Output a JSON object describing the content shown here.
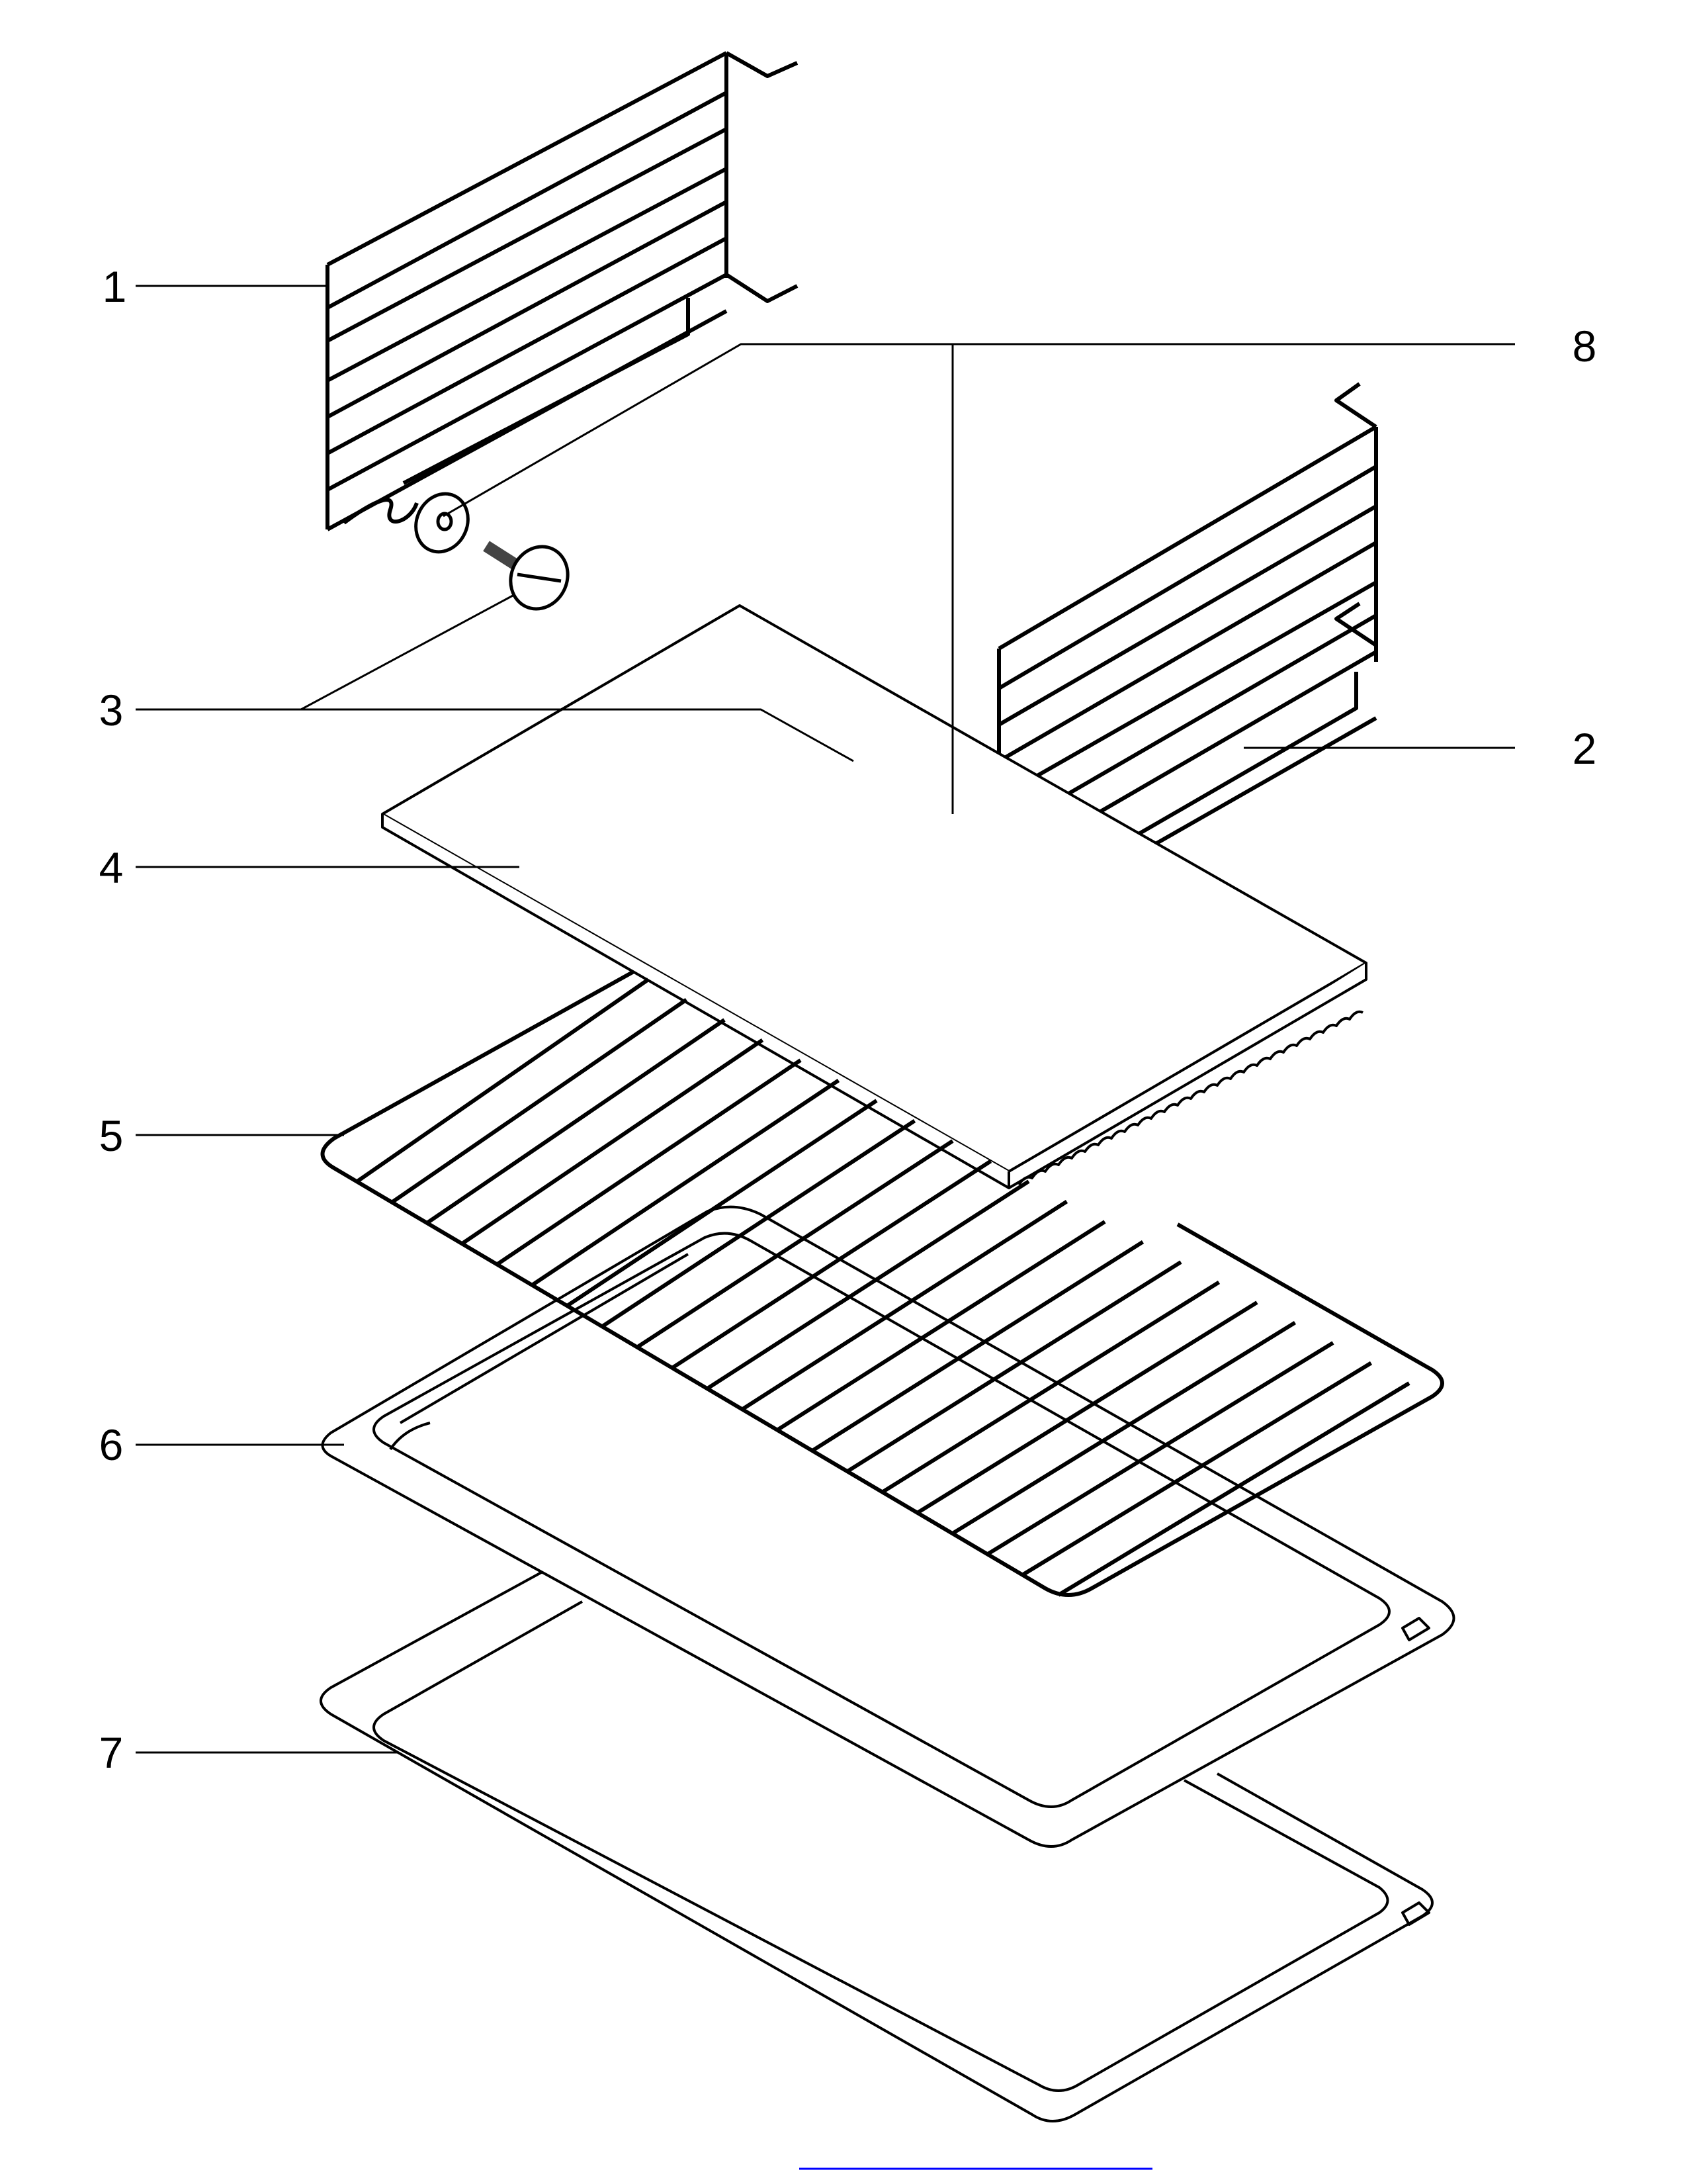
{
  "diagram": {
    "callouts": {
      "c1": "1",
      "c2": "2",
      "c3": "3",
      "c4": "4",
      "c5": "5",
      "c6": "6",
      "c7": "7",
      "c8": "8"
    },
    "colors": {
      "line": "#000000",
      "bottom_rule": "#0000ff"
    }
  }
}
